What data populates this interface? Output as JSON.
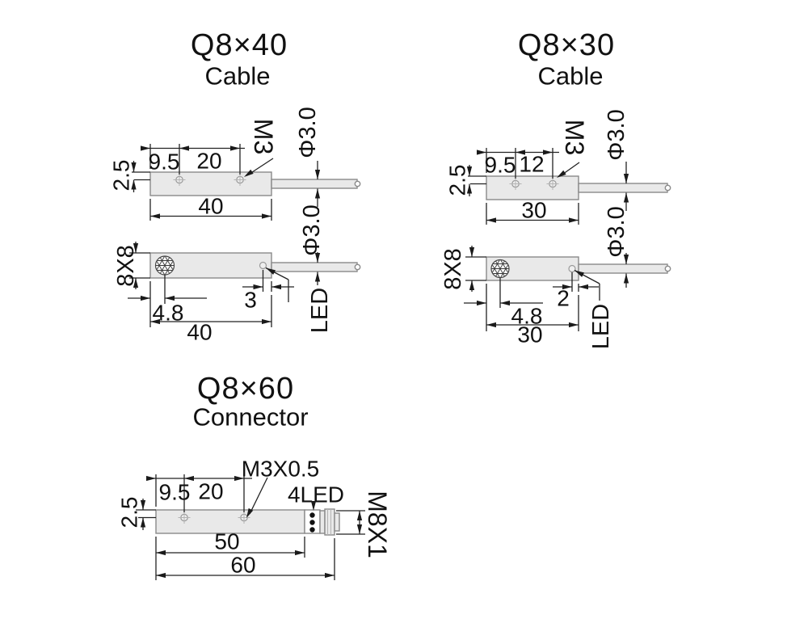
{
  "colors": {
    "line": "#1a1a1a",
    "body_fill": "#e9e9e9",
    "body_stroke": "#8a8a8a",
    "text": "#111111"
  },
  "q8x40": {
    "title": "Q8×40",
    "subtitle": "Cable",
    "top": {
      "d95": "9.5",
      "d20": "20",
      "d25": "2.5",
      "d40": "40",
      "m3": "M3",
      "phi": "Φ3.0"
    },
    "bottom": {
      "d88": "8X8",
      "d48": "4.8",
      "d3": "3",
      "d40": "40",
      "phi": "Φ3.0",
      "led": "LED"
    }
  },
  "q8x30": {
    "title": "Q8×30",
    "subtitle": "Cable",
    "top": {
      "d95": "9.5",
      "d12": "12",
      "d25": "2.5",
      "d30": "30",
      "m3": "M3",
      "phi": "Φ3.0"
    },
    "bottom": {
      "d88": "8X8",
      "d48": "4.8",
      "d2": "2",
      "d30": "30",
      "phi": "Φ3.0",
      "led": "LED"
    }
  },
  "q8x60": {
    "title": "Q8×60",
    "subtitle": "Connector",
    "view": {
      "d95": "9.5",
      "d20": "20",
      "d25": "2.5",
      "d50": "50",
      "d60": "60",
      "m3": "M3X0.5",
      "led4": "4LED",
      "m8": "M8X1"
    }
  }
}
